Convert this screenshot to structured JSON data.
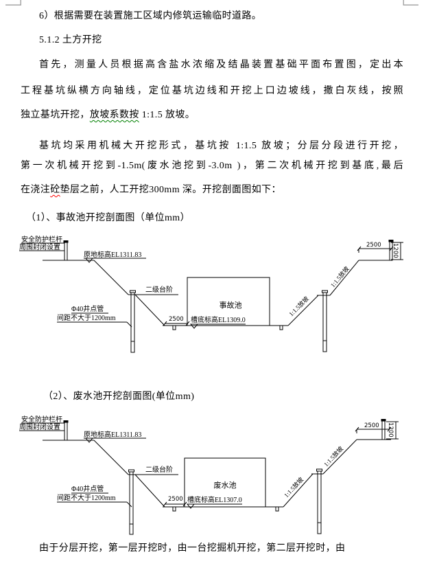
{
  "document": {
    "line_transport_road": "6）根据需要在装置施工区域内修筑运输临时道路。",
    "heading_earthwork": "5.1.2 土方开挖",
    "para_survey": {
      "line1": "首先，测量人员根据高含盐水浓缩及结晶装置基础平面布置图，定出本",
      "line2": "工程基坑纵横方向轴线，定位基坑边线和开挖上口边坡线，撒白灰线，按照",
      "line3_pre": "独立基坑开挖，",
      "line3_grammar_flagged": "放坡系数按",
      "line3_post": " 1:1.5 放坡。"
    },
    "para_excavation": {
      "line1": "基坑均采用机械大开挖形式，基坑按 1:1.5 放坡；分层分段进行开挖，",
      "line2": "第一次机械开挖到-1.5m(废水池挖到-3.0m )，第二次机械开挖到基底,最后",
      "line3_pre": "在浇注",
      "line3_spell_flagged": "砼",
      "line3_post": "垫层之前，人工开挖300mm 深。开挖剖面图如下："
    },
    "caption_accident_pool": "（1）、事故池开挖剖面图（单位mm）",
    "caption_wastewater_pool": "（2）、废水池开挖剖面图(单位mm)",
    "line_bottom": "由于分层开挖，第一层开挖时，由一台挖掘机开挖，第二层开挖时，由"
  },
  "diagram_accident_pool": {
    "safety_rail_line1": "安全防护栏杆",
    "safety_rail_line2": "周围封闭设置",
    "ground_elevation": "原地标高EL1311.83",
    "bench_label": "二级台阶",
    "wellpoint_line1": "Φ40井点管",
    "wellpoint_line2": "间距不大于1200mm",
    "pool_name": "事故池",
    "bottom_elevation": "槽底标高EL1309.0",
    "slope_label": "1:1.5放坡",
    "dim_bottom_berm": "2500",
    "dim_top_berm": "2500",
    "dim_rail_height": "1200"
  },
  "diagram_wastewater_pool": {
    "safety_rail_line1": "安全防护栏杆",
    "safety_rail_line2": "周围封闭设置",
    "ground_elevation": "原地标高EL1311.83",
    "bench_label": "二级台阶",
    "wellpoint_line1": "Φ40井点管",
    "wellpoint_line2": "间距不大于1200mm",
    "pool_name": "废水池",
    "bottom_elevation": "槽底标高EL1307.0",
    "slope_label": "1:1.5放坡",
    "dim_bottom_berm": "2500",
    "dim_top_berm": "2500",
    "dim_rail_height": "1200"
  },
  "colors": {
    "text": "#000000",
    "spell_error": "#ff0000",
    "grammar_error": "#008000",
    "crop_mark": "#a6a6a6",
    "page_background": "#ffffff"
  }
}
